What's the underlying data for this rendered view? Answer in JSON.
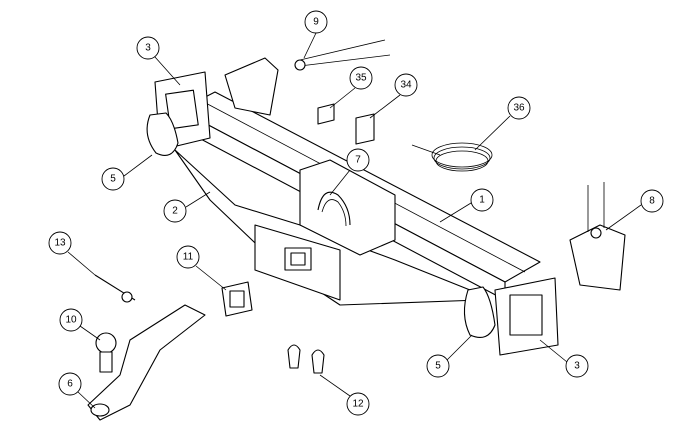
{
  "diagram": {
    "title": "Receiver hitch exploded parts diagram",
    "callouts": [
      {
        "id": "c9",
        "label": "9"
      },
      {
        "id": "c3a",
        "label": "3"
      },
      {
        "id": "c35",
        "label": "35"
      },
      {
        "id": "c34",
        "label": "34"
      },
      {
        "id": "c36",
        "label": "36"
      },
      {
        "id": "c7",
        "label": "7"
      },
      {
        "id": "c5a",
        "label": "5"
      },
      {
        "id": "c1",
        "label": "1"
      },
      {
        "id": "c2",
        "label": "2"
      },
      {
        "id": "c8",
        "label": "8"
      },
      {
        "id": "c13",
        "label": "13"
      },
      {
        "id": "c11",
        "label": "11"
      },
      {
        "id": "c10",
        "label": "10"
      },
      {
        "id": "c5b",
        "label": "5"
      },
      {
        "id": "c3b",
        "label": "3"
      },
      {
        "id": "c6",
        "label": "6"
      },
      {
        "id": "c12",
        "label": "12"
      }
    ]
  }
}
